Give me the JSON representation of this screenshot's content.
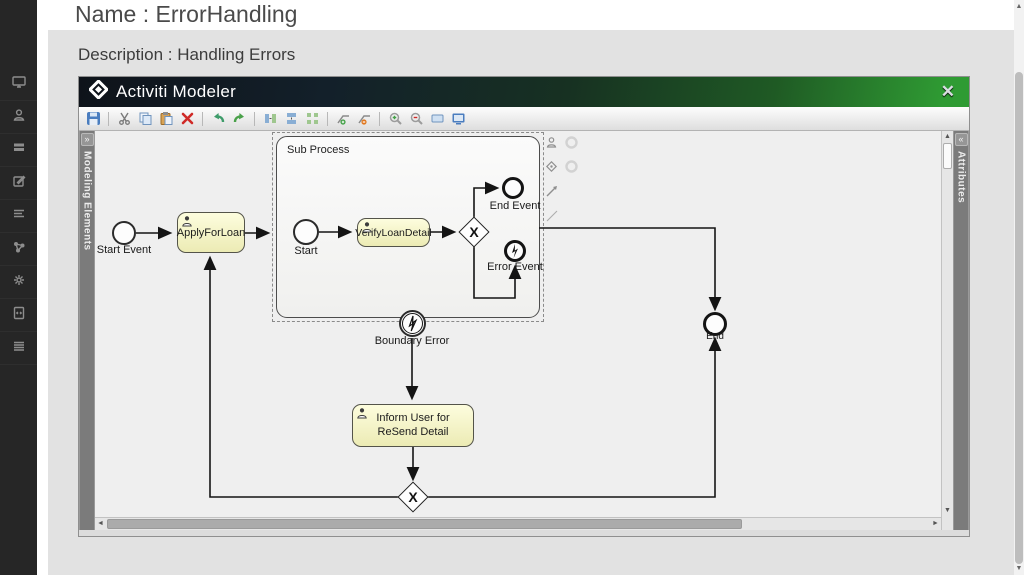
{
  "page": {
    "title": "Name : ErrorHandling",
    "description": "Description : Handling Errors"
  },
  "sidebar": {
    "items": [
      "dashboard",
      "user",
      "stack",
      "edit",
      "lines",
      "share-nodes",
      "settings",
      "file-code",
      "list"
    ]
  },
  "page_scrollbar": {
    "up_glyph": "▲",
    "down_glyph": "▼"
  },
  "modeler": {
    "title": "Activiti Modeler",
    "close_glyph": "✕",
    "left_panel": {
      "label": "Modeling Elements",
      "expand_glyph": "»"
    },
    "right_panel": {
      "label": "Attributes",
      "collapse_glyph": "«"
    },
    "toolbar_icons": [
      "save",
      "cut",
      "copy",
      "paste",
      "delete",
      "undo",
      "redo",
      "align-horizontal",
      "align-vertical",
      "same-size",
      "add-bendpoint",
      "remove-bendpoint",
      "zoom-in",
      "zoom-out",
      "zoom-actual",
      "zoom-fit"
    ],
    "scroll": {
      "left_glyph": "◄",
      "right_glyph": "►",
      "up_glyph": "▲",
      "down_glyph": "▼"
    }
  },
  "diagram": {
    "start_event": "Start Event",
    "apply_task": "ApplyForLoan",
    "subprocess": "Sub Process",
    "sub_start": "Start",
    "verify_task": "VerifyLoanDetail",
    "sub_end": "End Event",
    "error_event": "Error Event",
    "boundary_error": "Boundary Error",
    "inform_task": "Inform User for ReSend Detail",
    "end": "End",
    "gateway_glyph": "X"
  },
  "colors": {
    "accent_green": "#2f9b33",
    "task_fill": "#f5f4c8",
    "sidebar_bg": "#262626",
    "canvas_bg": "#efefef"
  }
}
